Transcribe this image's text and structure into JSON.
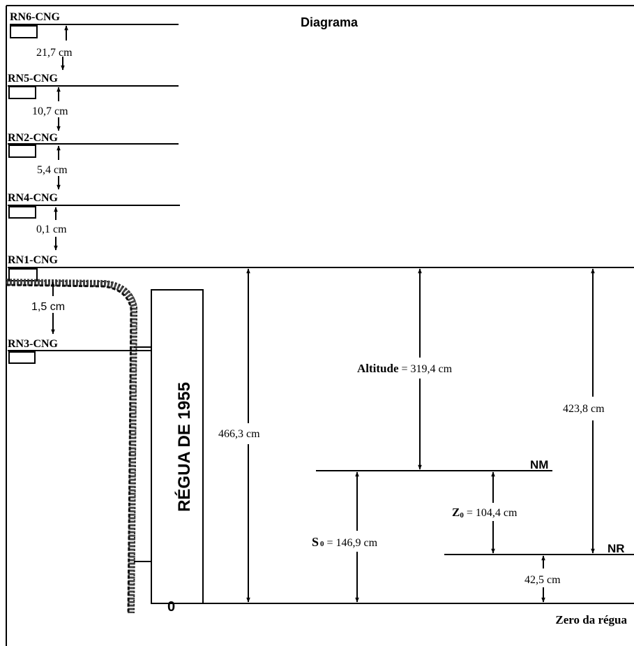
{
  "title": "Diagrama",
  "benchmarks": [
    {
      "label": "RN6-CNG"
    },
    {
      "label": "RN5-CNG"
    },
    {
      "label": "RN2-CNG"
    },
    {
      "label": "RN4-CNG"
    },
    {
      "label": "RN1-CNG"
    },
    {
      "label": "RN3-CNG"
    }
  ],
  "gaps": [
    "21,7 cm",
    "10,7 cm",
    "5,4 cm",
    "0,1 cm",
    "1,5 cm"
  ],
  "staff": {
    "label": "RÉGUA DE 1955",
    "zero": "0"
  },
  "levels": {
    "nm": "NM",
    "nr": "NR",
    "zero": "Zero da régua"
  },
  "measurements": {
    "total": "466,3 cm",
    "altitude_label": "Altitude",
    "altitude_value": " = 319,4 cm",
    "rn1_to_nr": "423,8 cm",
    "z0_label": "Z",
    "z0_sub": "0",
    "z0_value": " = 104,4 cm",
    "s0_label": "S",
    "s0_sub": "0",
    "s0_value": " = 146,9 cm",
    "nr_to_zero": "42,5 cm"
  },
  "colors": {
    "ink": "#000000",
    "background": "#ffffff"
  }
}
